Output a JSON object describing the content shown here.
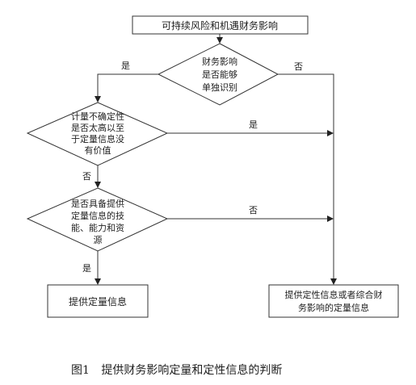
{
  "nodes": {
    "top": {
      "text": "可持续风险和机遇财务影响"
    },
    "d1": {
      "lines": [
        "财务影响",
        "是否能够",
        "单独识别"
      ]
    },
    "d2": {
      "lines": [
        "计量不确定性",
        "是否太高以至",
        "于定量信息没",
        "有价值"
      ]
    },
    "d3": {
      "lines": [
        "是否具备提供",
        "定量信息的技",
        "能、能力和资",
        "源"
      ]
    },
    "box_left": {
      "text": "提供定量信息"
    },
    "box_right": {
      "lines": [
        "提供定性信息或者综合财",
        "务影响的定量信息"
      ]
    }
  },
  "edges": {
    "d1_yes": "是",
    "d1_no": "否",
    "d2_yes": "是",
    "d2_no": "否",
    "d3_yes": "是",
    "d3_no": "否"
  },
  "caption": {
    "number": "图1",
    "text": "提供财务影响定量和定性信息的判断"
  }
}
